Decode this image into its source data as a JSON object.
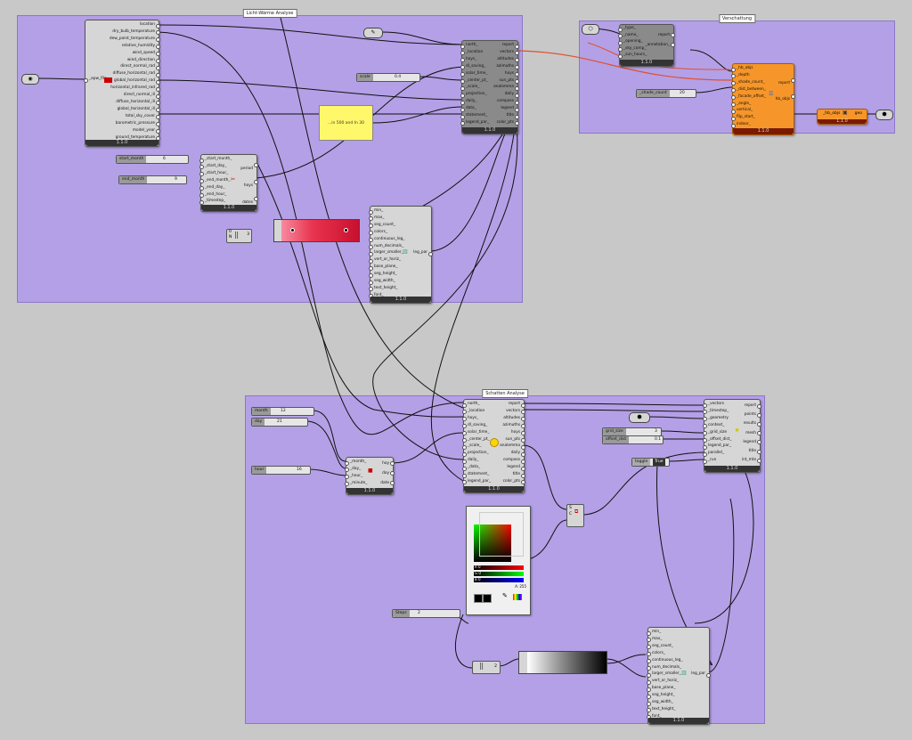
{
  "groups": {
    "licht": "Licht-Wärme Analyse",
    "verschattung": "Verschattung",
    "schatten": "Schatten Analyse"
  },
  "version": "1.1.0",
  "epw": {
    "inputs": [
      "_epw_file"
    ],
    "outputs": [
      "location",
      "dry_bulb_temperature",
      "dew_point_temperature",
      "relative_humidity",
      "wind_speed",
      "wind_direction",
      "direct_normal_rad",
      "diffuse_horizontal_rad",
      "global_horizontal_rad",
      "horizontal_infrared_rad",
      "direct_normal_ill",
      "diffuse_horizontal_ill",
      "global_horizontal_ill",
      "total_sky_cover",
      "barometric_pressure",
      "model_year",
      "ground_temperature"
    ]
  },
  "sunpath1": {
    "inputs": [
      "north_",
      "_location",
      "hoys_",
      "dl_saving_",
      "solar_time_",
      "_center_pt_",
      "_scale_",
      "projection_",
      "daily_",
      "data_",
      "statement_",
      "legend_par_"
    ],
    "outputs": [
      "report",
      "vectors",
      "altitudes",
      "azimuths",
      "hoys",
      "sun_pts",
      "analemma",
      "daily",
      "compass",
      "legend",
      "title",
      "color_pts"
    ]
  },
  "panel_text": "...in 500 and In 30",
  "scale_slider": {
    "label": "scale",
    "value": "0.4"
  },
  "analysis_period": {
    "inputs": [
      "_start_month_",
      "_start_day_",
      "_start_hour_",
      "_end_month_",
      "_end_day_",
      "_end_hour_",
      "_timestep_"
    ],
    "outputs": [
      "period",
      "hoys",
      "dates"
    ]
  },
  "start_month": {
    "label": "start_month",
    "value": "6"
  },
  "end_month": {
    "label": "end_month",
    "value": "9"
  },
  "legend1": {
    "inputs": [
      "min_",
      "max_",
      "seg_count_",
      "colors_",
      "continuous_leg_",
      "num_decimals_",
      "larger_smaller_",
      "vert_or_horiz_",
      "base_plane_",
      "seg_height_",
      "seg_width_",
      "text_height_",
      "font_"
    ],
    "outputs": [
      "leg_par"
    ]
  },
  "sel_value1": "0",
  "sel_value1b": "N",
  "sel_small1": "3",
  "verschattung_small": {
    "inputs": [
      "_type_",
      "_name_",
      "_opening_",
      "_sky_comp_",
      "_sun_hours_"
    ],
    "outputs": [
      "report",
      "",
      "_annotation_"
    ],
    "title": "0"
  },
  "louver": {
    "inputs": [
      "_hb_objs",
      "_depth",
      "_shade_count_",
      "_dist_between_",
      "_facade_offset_",
      "_angle_",
      "vertical_",
      "flip_start_",
      "indoor_"
    ],
    "outputs": [
      "report",
      "",
      "hb_objs"
    ]
  },
  "shade_count": {
    "label": "_shade_count",
    "value": "20"
  },
  "hb_objs_out": "_hb_objs",
  "geo_out": "geo",
  "month": {
    "label": "month",
    "value": "12"
  },
  "day": {
    "label": "day",
    "value": "21"
  },
  "hour": {
    "label": "hour",
    "value": "16"
  },
  "hoy_comp": {
    "inputs": [
      "_month_",
      "_day_",
      "_hour_",
      "_minute_"
    ],
    "outputs": [
      "hoy",
      "doy",
      "date"
    ]
  },
  "sunpath2": {
    "inputs": [
      "north_",
      "_location",
      "hoys_",
      "dl_saving_",
      "solar_time_",
      "_center_pt_",
      "_scale_",
      "projection_",
      "daily_",
      "_data_",
      "statement_",
      "legend_par_"
    ],
    "outputs": [
      "report",
      "vectors",
      "altitudes",
      "azimuths",
      "hoys",
      "sun_pts",
      "analemma",
      "daily",
      "compass",
      "legend",
      "title",
      "color_pts"
    ]
  },
  "shadow": {
    "inputs": [
      "_vectors",
      "_timestep_",
      "_geometry",
      "context_",
      "_grid_size",
      "_offset_dist_",
      "legend_par_",
      "parallel_",
      "_run"
    ],
    "outputs": [
      "report",
      "points",
      "results",
      "mesh",
      "legend",
      "title",
      "int_mtx"
    ]
  },
  "grid_size": {
    "label": "grid_size",
    "value": "3"
  },
  "offset_dist": {
    "label": "offset_dist",
    "value": "0.1"
  },
  "toggle": {
    "label": "toggle",
    "value": "True"
  },
  "swatch": {
    "outputs": [
      "S",
      "C"
    ],
    "r": "R  0",
    "g": "G  0",
    "b": "B  0",
    "hex": "000000 (0)",
    "alpha": "A:   255"
  },
  "steps": {
    "label": "Steps",
    "value": "2"
  },
  "legend2": {
    "inputs": [
      "min_",
      "max_",
      "seg_count_",
      "colors_",
      "continuous_leg_",
      "num_decimals_",
      "larger_smaller_",
      "vert_or_horiz_",
      "base_plane_",
      "seg_height_",
      "seg_width_",
      "text_height_",
      "font_"
    ],
    "outputs": [
      "leg_par"
    ]
  },
  "sel_small2": "2",
  "colors": {
    "group": "#b4a0e6",
    "panel": "#fff86a",
    "orange": "#f6962a",
    "wire_red": "#e05030"
  }
}
